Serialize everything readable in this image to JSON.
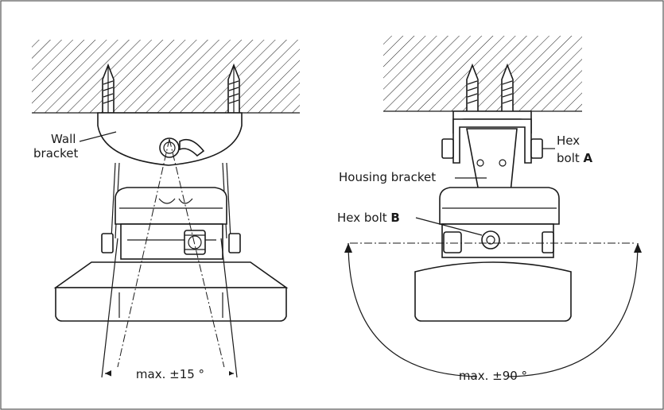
{
  "left_view": {
    "wall_bracket_label_line1": "Wall",
    "wall_bracket_label_line2": "bracket",
    "angle_label": "max.  ±15 °"
  },
  "right_view": {
    "hex_bolt_a_label_line1": "Hex",
    "hex_bolt_a_label_prefix": "bolt ",
    "hex_bolt_a_letter": "A",
    "housing_bracket_label": "Housing bracket",
    "hex_bolt_b_label_prefix": "Hex bolt ",
    "hex_bolt_b_letter": "B",
    "angle_label": "max. ±90 °"
  }
}
